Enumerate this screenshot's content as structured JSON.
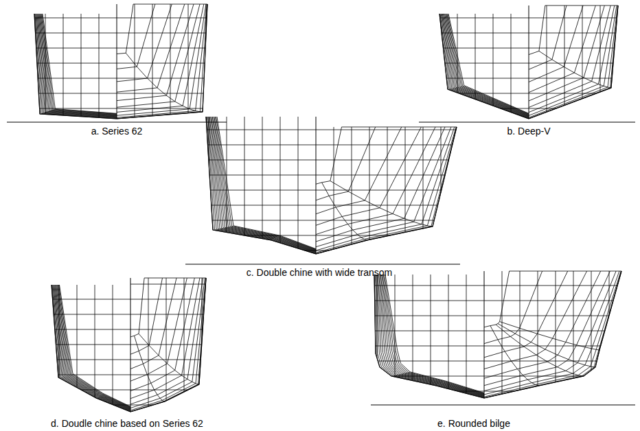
{
  "diagram": {
    "labels": [
      "a. Series 62",
      "b. Deep-V",
      "c. Double chine with wide transom",
      "d. Doudle chine based on Series 62",
      "e. Rounded bilge"
    ]
  }
}
